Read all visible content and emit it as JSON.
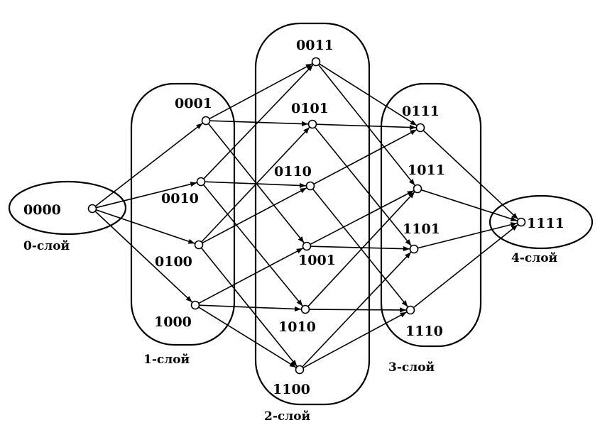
{
  "nodes": [
    {
      "id": "0000",
      "label": "0000",
      "layer": 0
    },
    {
      "id": "0001",
      "label": "0001",
      "layer": 1
    },
    {
      "id": "0010",
      "label": "0010",
      "layer": 1
    },
    {
      "id": "0100",
      "label": "0100",
      "layer": 1
    },
    {
      "id": "1000",
      "label": "1000",
      "layer": 1
    },
    {
      "id": "0011",
      "label": "0011",
      "layer": 2
    },
    {
      "id": "0101",
      "label": "0101",
      "layer": 2
    },
    {
      "id": "0110",
      "label": "0110",
      "layer": 2
    },
    {
      "id": "1001",
      "label": "1001",
      "layer": 2
    },
    {
      "id": "1010",
      "label": "1010",
      "layer": 2
    },
    {
      "id": "1100",
      "label": "1100",
      "layer": 2
    },
    {
      "id": "0111",
      "label": "0111",
      "layer": 3
    },
    {
      "id": "1011",
      "label": "1011",
      "layer": 3
    },
    {
      "id": "1101",
      "label": "1101",
      "layer": 3
    },
    {
      "id": "1110",
      "label": "1110",
      "layer": 3
    },
    {
      "id": "1111",
      "label": "1111",
      "layer": 4
    }
  ],
  "layers": [
    {
      "id": 0,
      "label": "0-слой"
    },
    {
      "id": 1,
      "label": "1-слой"
    },
    {
      "id": 2,
      "label": "2-слой"
    },
    {
      "id": 3,
      "label": "3-слой"
    },
    {
      "id": 4,
      "label": "4-слой"
    }
  ],
  "edges": [
    [
      "0000",
      "0001"
    ],
    [
      "0000",
      "0010"
    ],
    [
      "0000",
      "0100"
    ],
    [
      "0000",
      "1000"
    ],
    [
      "0001",
      "0011"
    ],
    [
      "0001",
      "0101"
    ],
    [
      "0001",
      "1001"
    ],
    [
      "0010",
      "0011"
    ],
    [
      "0010",
      "0110"
    ],
    [
      "0010",
      "1010"
    ],
    [
      "0100",
      "0101"
    ],
    [
      "0100",
      "0110"
    ],
    [
      "0100",
      "1100"
    ],
    [
      "1000",
      "1001"
    ],
    [
      "1000",
      "1010"
    ],
    [
      "1000",
      "1100"
    ],
    [
      "0011",
      "0111"
    ],
    [
      "0011",
      "1011"
    ],
    [
      "0101",
      "0111"
    ],
    [
      "0101",
      "1101"
    ],
    [
      "0110",
      "0111"
    ],
    [
      "0110",
      "1110"
    ],
    [
      "1001",
      "1011"
    ],
    [
      "1001",
      "1101"
    ],
    [
      "1010",
      "1011"
    ],
    [
      "1010",
      "1110"
    ],
    [
      "1100",
      "1101"
    ],
    [
      "1100",
      "1110"
    ],
    [
      "0111",
      "1111"
    ],
    [
      "1011",
      "1111"
    ],
    [
      "1101",
      "1111"
    ],
    [
      "1110",
      "1111"
    ]
  ]
}
